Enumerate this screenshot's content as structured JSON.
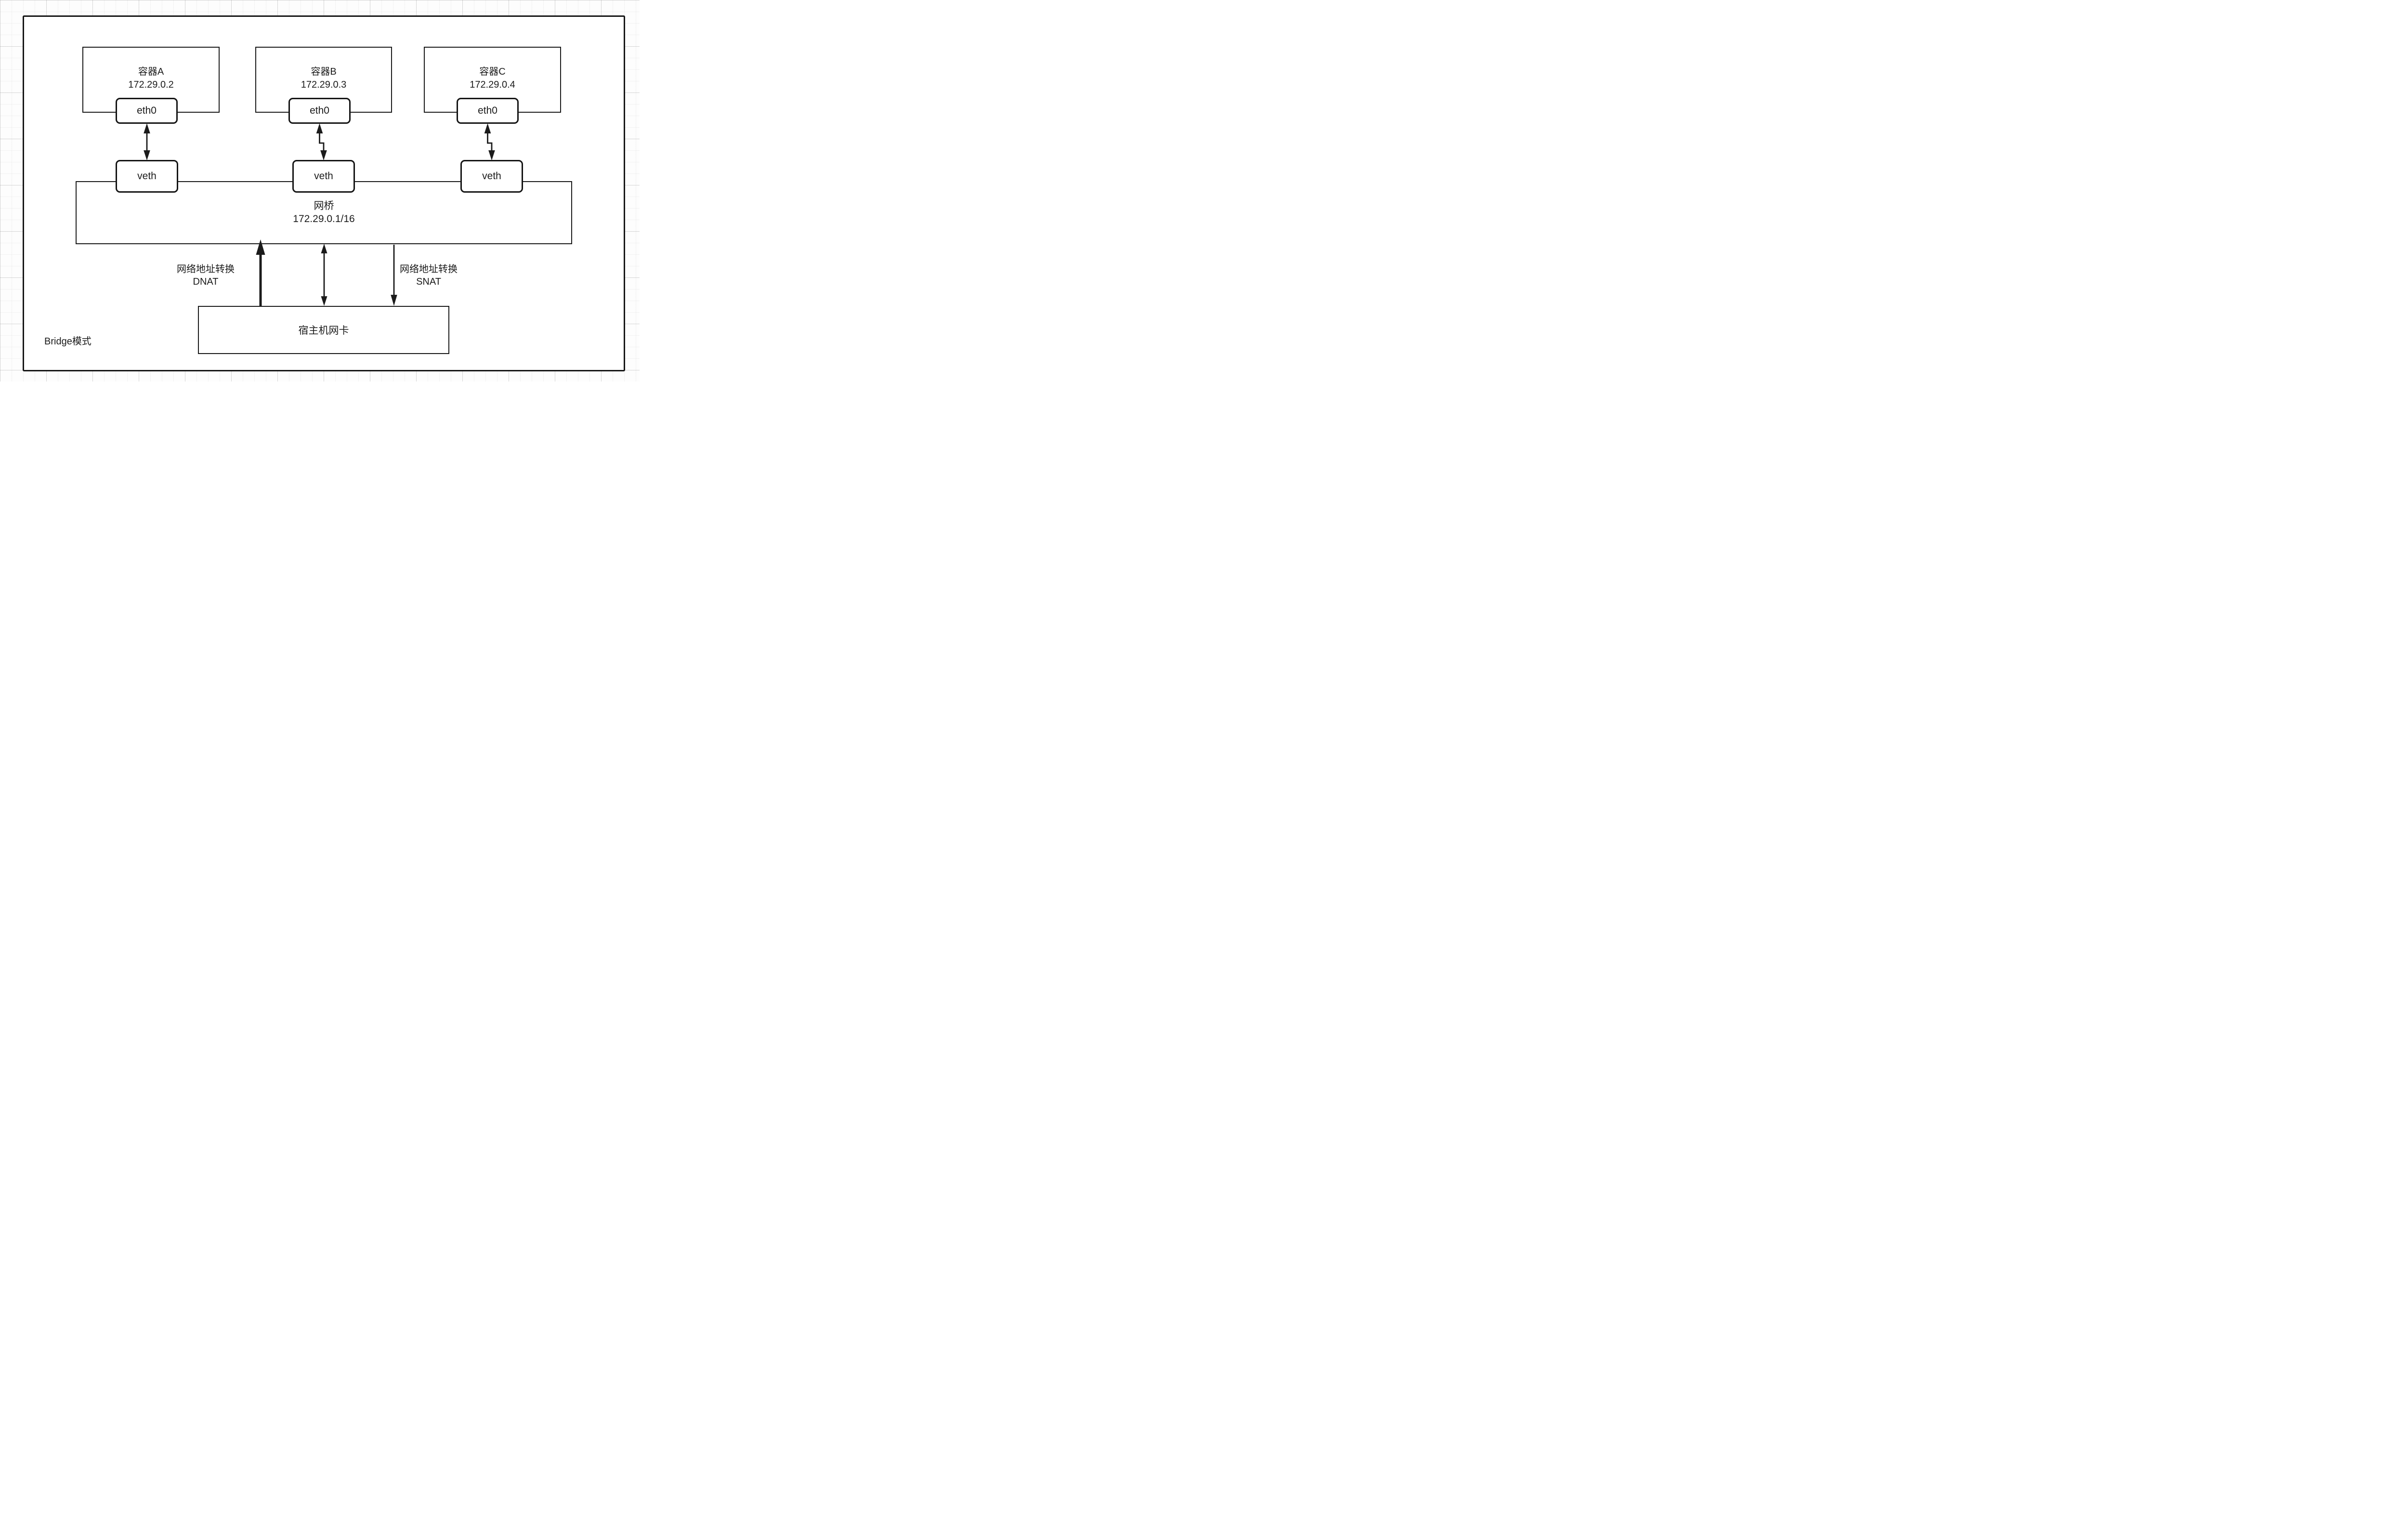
{
  "diagram": {
    "title_label": "Bridge模式",
    "containers": [
      {
        "name": "容器A",
        "ip": "172.29.0.2",
        "interface": "eth0",
        "veth": "veth"
      },
      {
        "name": "容器B",
        "ip": "172.29.0.3",
        "interface": "eth0",
        "veth": "veth"
      },
      {
        "name": "容器C",
        "ip": "172.29.0.4",
        "interface": "eth0",
        "veth": "veth"
      }
    ],
    "bridge": {
      "name": "网桥",
      "cidr": "172.29.0.1/16"
    },
    "host_nic": {
      "label": "宿主机网卡"
    },
    "nat": {
      "dnat": {
        "line1": "网络地址转换",
        "line2": "DNAT"
      },
      "snat": {
        "line1": "网络地址转换",
        "line2": "SNAT"
      }
    },
    "colors": {
      "ink": "#1b1b1b",
      "grid": "#d8d8d8",
      "canvas_bg": "#fdfdfd",
      "panel_bg": "#ffffff"
    }
  }
}
